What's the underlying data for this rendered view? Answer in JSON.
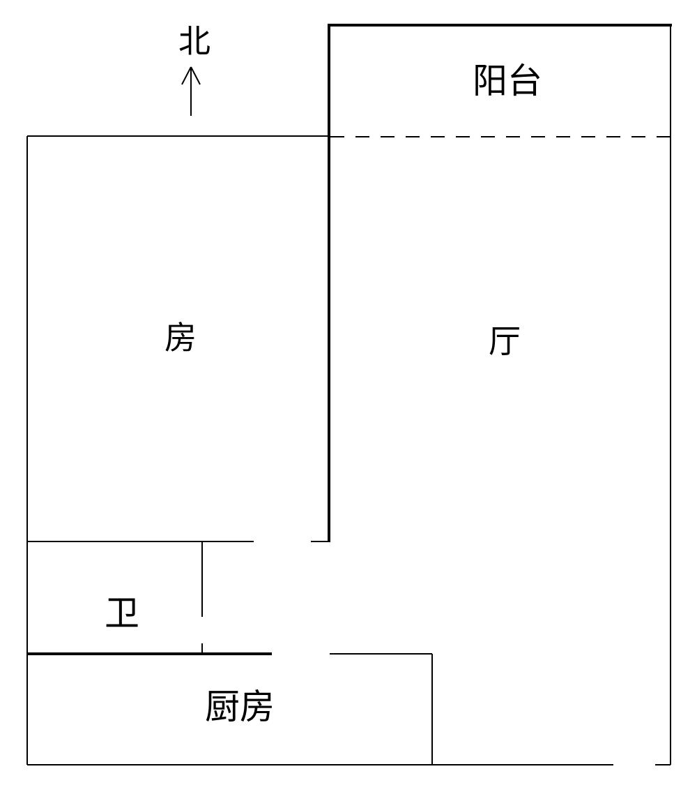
{
  "compass": {
    "label": "北",
    "arrow_icon": "up-arrow-icon"
  },
  "rooms": {
    "balcony": "阳台",
    "bedroom": "房",
    "living_room": "厅",
    "bathroom": "卫",
    "kitchen": "厨房"
  },
  "colors": {
    "background": "#ffffff",
    "line": "#000000"
  }
}
